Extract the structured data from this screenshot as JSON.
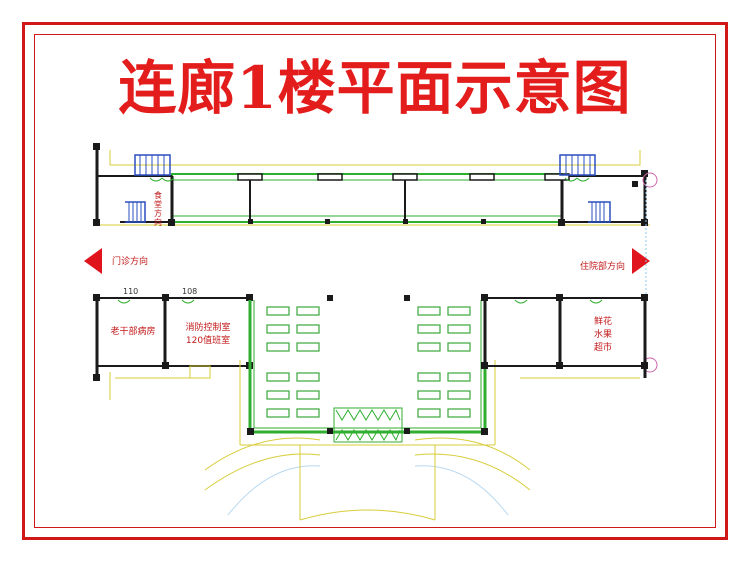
{
  "title": "连廊1楼平面示意图",
  "labels": {
    "canteen": [
      "食",
      "堂",
      "方",
      "向"
    ],
    "clinic_direction": "门诊方向",
    "inpatient_direction": "住院部方向",
    "room_110": "110",
    "room_108": "108",
    "veteran_ward": "老干部病房",
    "fire_control_1": "消防控制室",
    "fire_control_2": "120值班室",
    "shop": [
      "鲜花",
      "水果",
      "超市"
    ]
  },
  "colors": {
    "frame": "#d01818",
    "title": "#e31c1c",
    "arrow": "#e0141c",
    "wall": "#1a1a1a",
    "green": "#2fae2f",
    "yellow": "#d8cc3a",
    "blue": "#2a4fbf",
    "seat": "#3aa63a"
  }
}
